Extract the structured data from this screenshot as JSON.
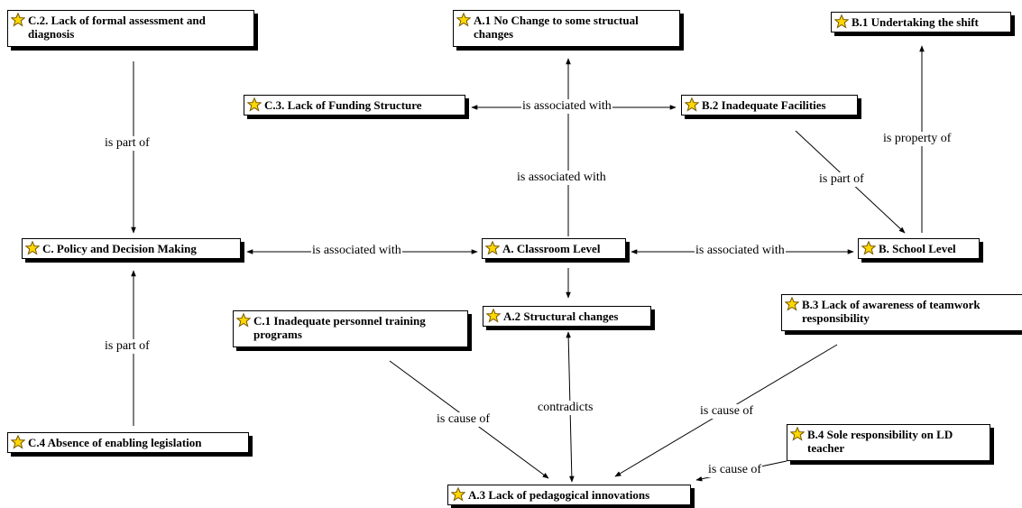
{
  "concept_map": {
    "nodes": {
      "c2": "C.2. Lack of formal assessment and diagnosis",
      "a1": "A.1 No Change to some structual changes",
      "b1": "B.1 Undertaking the shift",
      "c3": "C.3. Lack of Funding Structure",
      "b2": "B.2  Inadequate Facilities",
      "c": "C. Policy and Decision Making",
      "a": "A. Classroom Level",
      "b": "B. School Level",
      "c1": "C.1 Inadequate personnel training programs",
      "a2": "A.2 Structural changes",
      "b3": "B.3  Lack of awareness of teamwork responsibility",
      "c4": "C.4 Absence of enabling legislation",
      "b4": "B.4 Sole responsibility on LD teacher",
      "a3": "A.3 Lack of pedagogical innovations"
    },
    "links": {
      "c2_c": "is part of",
      "c3_b2": "is associated with",
      "a_a1": "is associated with",
      "b_b1": "is property of",
      "b2_b": "is part of",
      "c_a": "is associated with",
      "a_b": "is associated with",
      "c4_c": "is part of",
      "a2_a3": "contradicts",
      "c1_a3": "is cause of",
      "b3_a3": "is cause of",
      "b4_a3": "is cause of"
    },
    "node_icon": "concept-star-icon",
    "colors": {
      "icon_fill": "#ffd800",
      "icon_outline": "#7a5a00",
      "line": "#000000",
      "shadow": "#000000"
    }
  }
}
